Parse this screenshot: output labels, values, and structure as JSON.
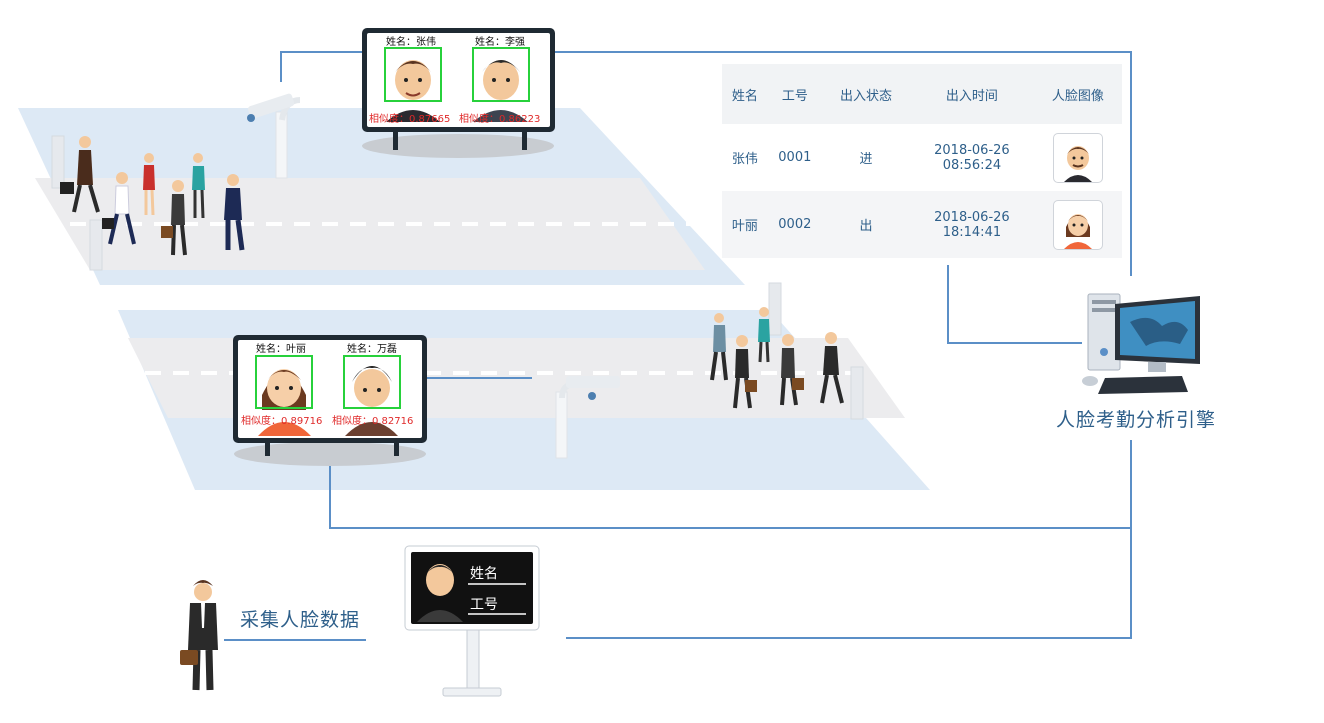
{
  "top_board": {
    "faces": [
      {
        "name": "姓名：张伟",
        "score": "相似度：0.87665"
      },
      {
        "name": "姓名：李强",
        "score": "相似度：0.86223"
      }
    ]
  },
  "bottom_board": {
    "faces": [
      {
        "name": "姓名：叶丽",
        "score": "相似度：0.89716"
      },
      {
        "name": "姓名：万磊",
        "score": "相似度：0.82716"
      }
    ]
  },
  "table": {
    "headers": [
      "姓名",
      "工号",
      "出入状态",
      "出入时间",
      "人脸图像"
    ],
    "rows": [
      {
        "name": "张伟",
        "id": "0001",
        "status": "进",
        "date": "2018-06-26",
        "time": "08:56:24",
        "avatar": "male-avatar-icon"
      },
      {
        "name": "叶丽",
        "id": "0002",
        "status": "出",
        "date": "2018-06-26",
        "time": "18:14:41",
        "avatar": "female-avatar-icon"
      }
    ]
  },
  "engine_label": "人脸考勤分析引擎",
  "collect_label": "采集人脸数据",
  "kiosk": {
    "name_label": "姓名",
    "id_label": "工号"
  },
  "colors": {
    "line": "#5b8fc7",
    "road": "#ececee",
    "road_side": "#dde9f5",
    "frame": "#1f2a33",
    "face_box": "#27d13b",
    "score": "#e02a2a",
    "text_blue": "#2e5f8a"
  }
}
